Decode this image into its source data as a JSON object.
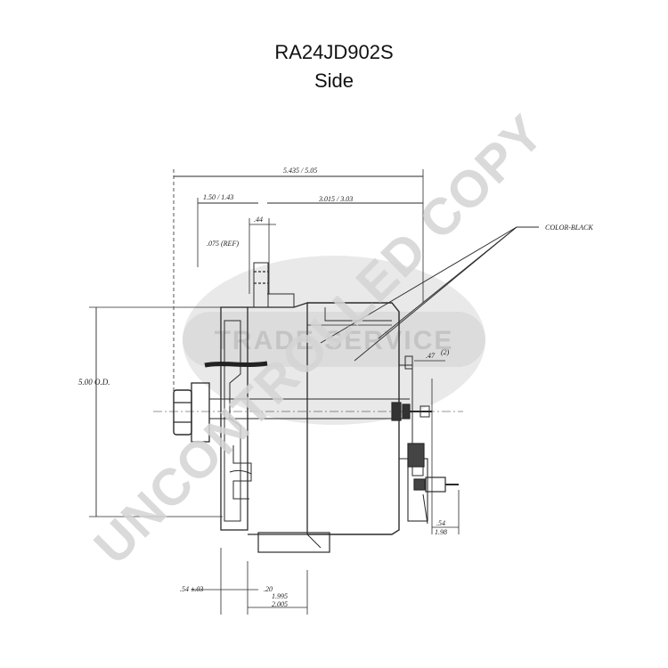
{
  "header": {
    "part_number": "RA24JD902S",
    "view": "Side"
  },
  "drawing": {
    "dimensions": {
      "overall_length": "5.435 / 5.05",
      "left_length": "1.50 / 1.43",
      "mid_length": "3.015 / 3.03",
      "top_small": ".44",
      "small_ref": ".075 (REF)",
      "diameter": "5.00 O.D.",
      "side_right": ".47",
      "side_right_note": "(2)",
      "terminal_1": ".54",
      "terminal_2": "1.98",
      "bottom_left": ".54 ±.03",
      "bottom_mid": ".20",
      "bottom_range_1": "1.995",
      "bottom_range_2": "2.005"
    },
    "callout": "COLOR-BLACK"
  },
  "watermarks": {
    "stamp": "UNCONTROLLED COPY",
    "logo": "TRADE SERVICE"
  }
}
